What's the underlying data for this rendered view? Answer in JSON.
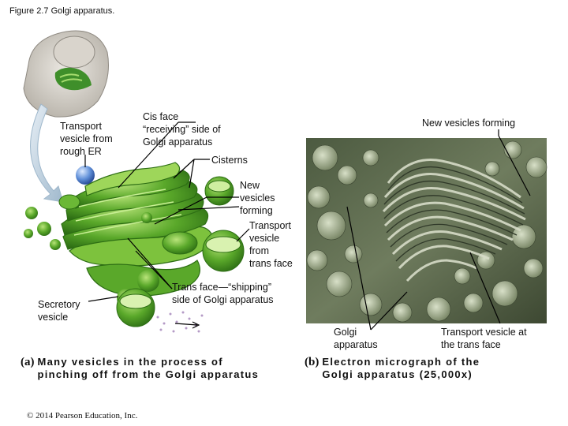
{
  "figure_title": "Figure 2.7 Golgi apparatus.",
  "labels_a": {
    "transport_vesicle_er": "Transport\nvesicle from\nrough ER",
    "cis_face": "Cis face\n“receiving” side of\nGolgi apparatus",
    "cisterns": "Cisterns",
    "new_vesicles": "New\nvesicles\nforming",
    "transport_vesicle_trans": "Transport\nvesicle\nfrom\ntrans face",
    "trans_face": "Trans face—“shipping”\nside of Golgi apparatus",
    "secretory_vesicle": "Secretory\nvesicle"
  },
  "labels_b": {
    "new_vesicles": "New vesicles forming",
    "golgi_apparatus": "Golgi\napparatus",
    "transport_vesicle_trans": "Transport vesicle at\nthe trans face"
  },
  "caption_a": {
    "tag": "(a)",
    "text": "Many vesicles in the process of\npinching off from the Golgi apparatus"
  },
  "caption_b": {
    "tag": "(b)",
    "text": "Electron micrograph of the\nGolgi apparatus (25,000x)"
  },
  "copyright": "© 2014 Pearson Education, Inc."
}
